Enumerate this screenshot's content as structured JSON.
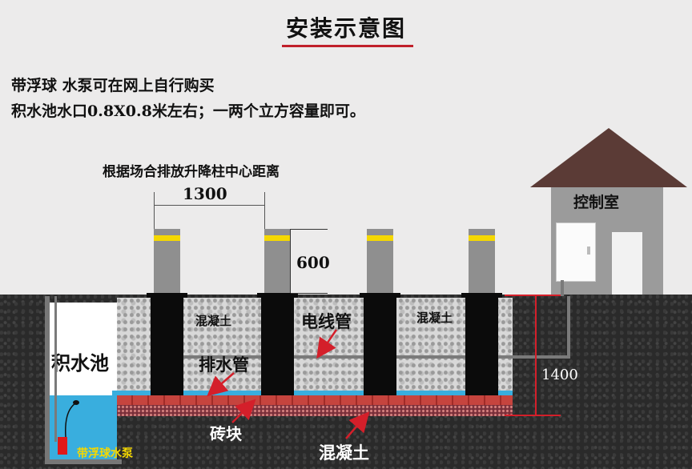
{
  "title": "安装示意图",
  "notes": {
    "line1": "带浮球 水泵可在网上自行购买",
    "line2": "积水池水口0.8X0.8米左右；一两个立方容量即可。"
  },
  "dimensions": {
    "spacing_caption": "根据场合排放升降柱中心距离",
    "spacing": "1300",
    "height": "600",
    "depth": "1400"
  },
  "labels": {
    "control_room": "控制室",
    "concrete_left": "混凝土",
    "concrete_right": "混凝土",
    "conduit": "电线管",
    "drain_pipe": "排水管",
    "sump_pit": "积水池",
    "brick": "砖块",
    "concrete_bottom": "混凝土",
    "pump": "带浮球水泵"
  },
  "colors": {
    "arrow": "#d41f2a",
    "bollard_stripe": "#f5d800",
    "water": "#39aede",
    "roof": "#5b3b36"
  }
}
